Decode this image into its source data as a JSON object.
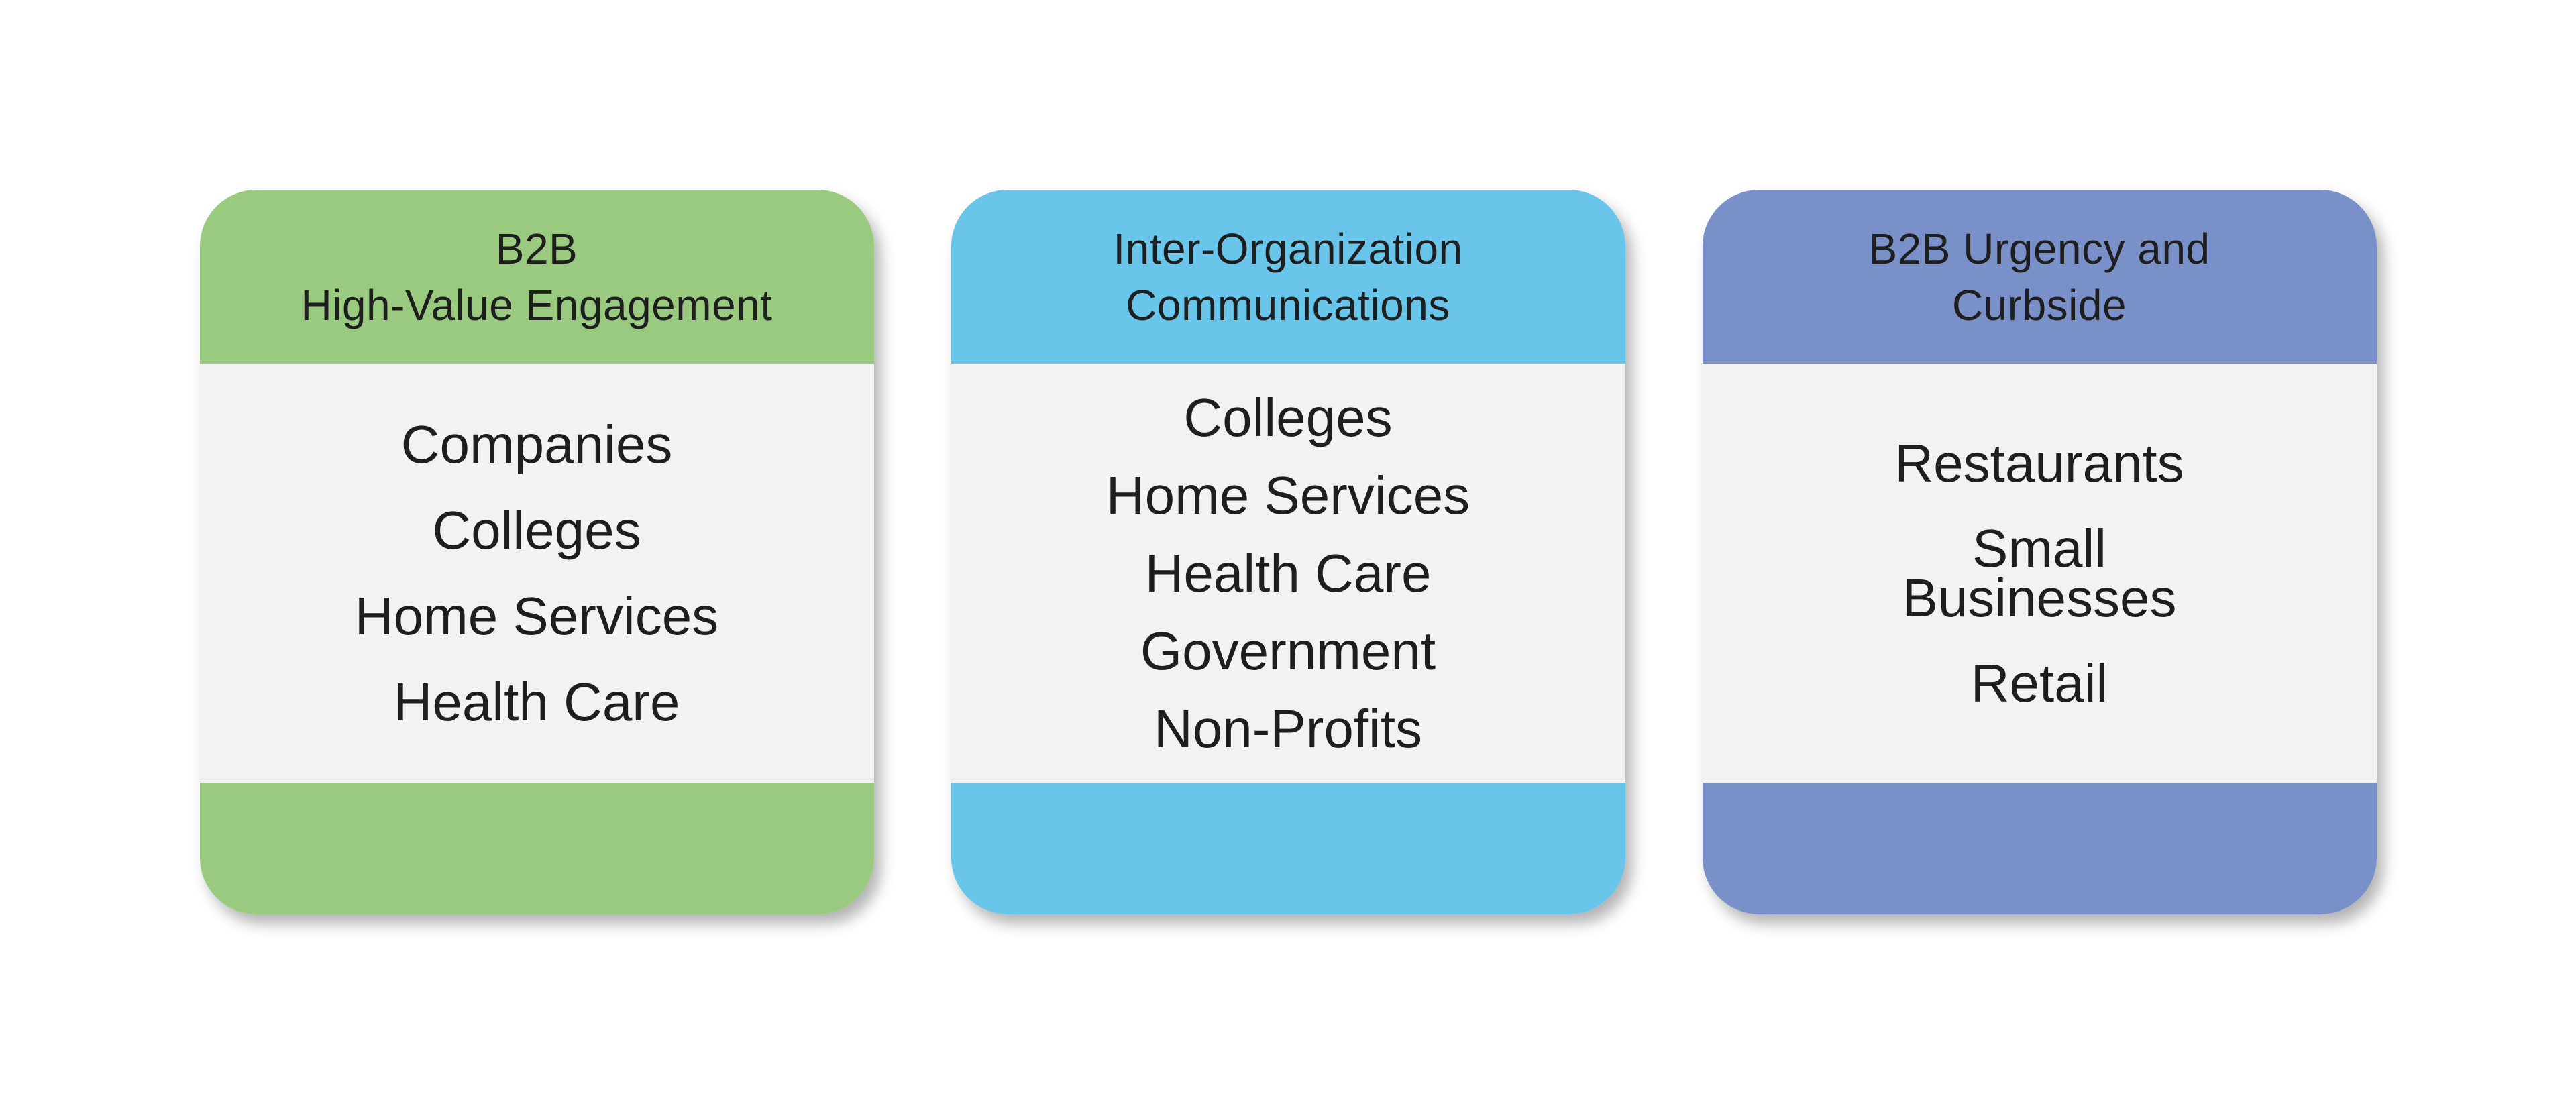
{
  "canvas": {
    "background": "#ffffff",
    "body_panel_color": "#f2f2f2",
    "text_color": "#1e1e1e"
  },
  "cards": [
    {
      "id": "b2b-high-value-engagement",
      "title_lines": [
        "B2B",
        "High-Value Engagement"
      ],
      "items": [
        "Companies",
        "Colleges",
        "Home Services",
        "Health Care"
      ],
      "color": "#9aca80"
    },
    {
      "id": "inter-organization-communications",
      "title_lines": [
        "Inter-Organization",
        "Communications"
      ],
      "items": [
        "Colleges",
        "Home Services",
        "Health Care",
        "Government",
        "Non-Profits"
      ],
      "color": "#69c5e9"
    },
    {
      "id": "b2b-urgency-and-curbside",
      "title_lines": [
        "B2B Urgency and",
        "Curbside"
      ],
      "items": [
        "Restaurants",
        "Small Businesses",
        "Retail"
      ],
      "color": "#7a90c8"
    }
  ]
}
